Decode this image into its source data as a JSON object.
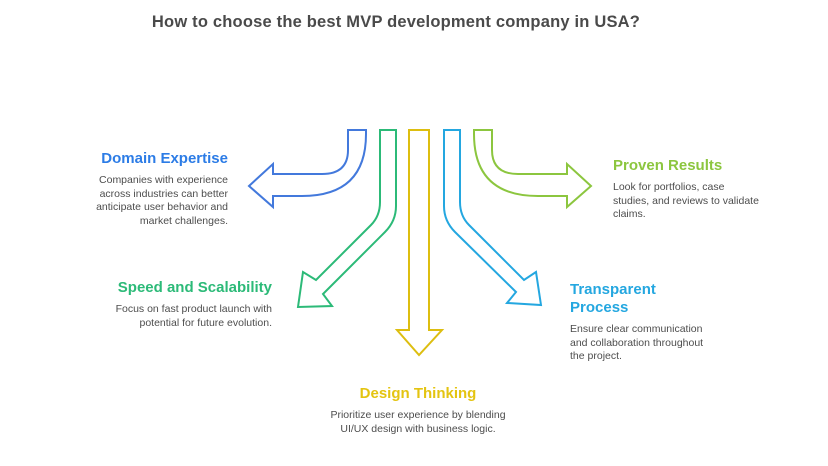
{
  "title": "How to choose the best MVP development company in USA?",
  "palette": {
    "background": "#FFFFFF",
    "title_text": "#4A4A4A",
    "body_text": "#4D4D4D"
  },
  "sections": [
    {
      "id": "domain-expertise",
      "heading": "Domain Expertise",
      "description": "Companies with experience across industries can better anticipate user behavior and market challenges.",
      "color": "#2C7CE6"
    },
    {
      "id": "proven-results",
      "heading": "Proven Results",
      "description": "Look for portfolios, case studies, and reviews to validate claims.",
      "color": "#8CC63F"
    },
    {
      "id": "speed-and-scalability",
      "heading": "Speed and Scalability",
      "description": "Focus on fast product launch with potential for future evolution.",
      "color": "#2CBA78"
    },
    {
      "id": "transparent-process",
      "heading": "Transparent Process",
      "description": "Ensure clear communication and collaboration throughout the project.",
      "color": "#24A7E0"
    },
    {
      "id": "design-thinking",
      "heading": "Design Thinking",
      "description": "Prioritize user experience by blending UI/UX design with business logic.",
      "color": "#E4C411"
    }
  ],
  "arrows": [
    {
      "name": "curved-arrow-left-icon",
      "color": "#4379DC"
    },
    {
      "name": "diagonal-arrow-down-left-icon",
      "color": "#2CBA78"
    },
    {
      "name": "straight-arrow-down-icon",
      "color": "#DDBE10"
    },
    {
      "name": "diagonal-arrow-down-right-icon",
      "color": "#24A7E0"
    },
    {
      "name": "curved-arrow-right-icon",
      "color": "#8CC63F"
    }
  ]
}
